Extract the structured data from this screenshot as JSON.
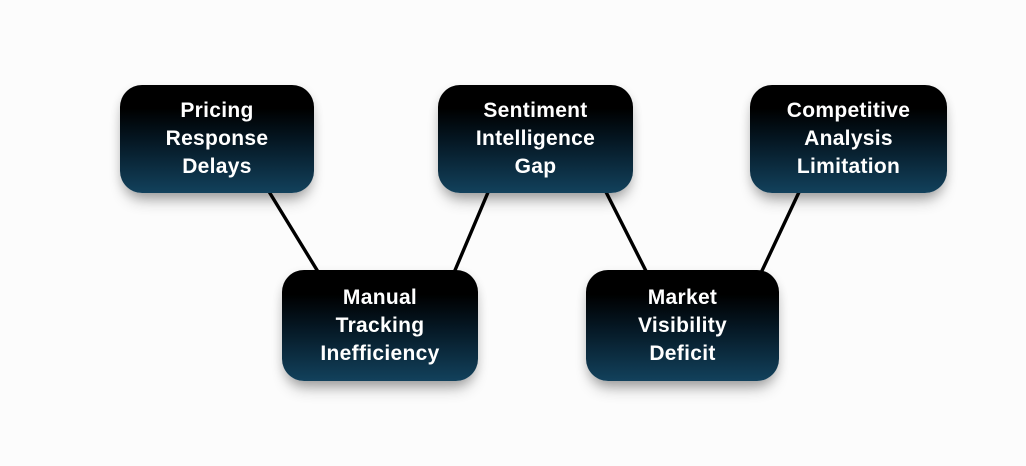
{
  "diagram": {
    "type": "node-link-diagram",
    "colors": {
      "background": "#fcfcfc",
      "node_gradient_top": "#000000",
      "node_gradient_mid": "#04141f",
      "node_gradient_bottom": "#12415c",
      "node_text": "#ffffff",
      "edge": "#000000"
    },
    "nodes": [
      {
        "id": "pricing-response-delays",
        "label": "Pricing\nResponse\nDelays"
      },
      {
        "id": "sentiment-intelligence-gap",
        "label": "Sentiment\nIntelligence\nGap"
      },
      {
        "id": "competitive-analysis-limitation",
        "label": "Competitive\nAnalysis\nLimitation"
      },
      {
        "id": "manual-tracking-inefficiency",
        "label": "Manual\nTracking\nInefficiency"
      },
      {
        "id": "market-visibility-deficit",
        "label": "Market\nVisibility\nDeficit"
      }
    ],
    "edges": [
      {
        "from": "pricing-response-delays",
        "to": "manual-tracking-inefficiency"
      },
      {
        "from": "sentiment-intelligence-gap",
        "to": "manual-tracking-inefficiency"
      },
      {
        "from": "sentiment-intelligence-gap",
        "to": "market-visibility-deficit"
      },
      {
        "from": "competitive-analysis-limitation",
        "to": "market-visibility-deficit"
      }
    ]
  }
}
